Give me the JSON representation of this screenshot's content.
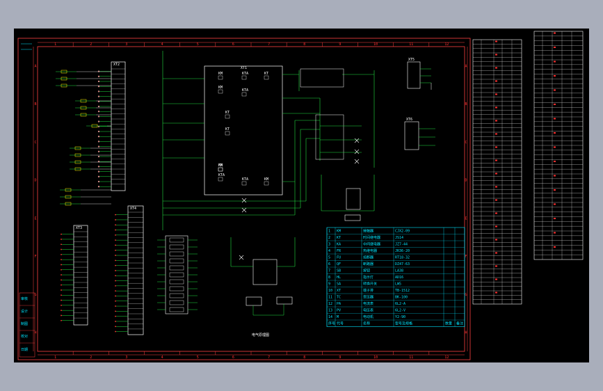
{
  "sheet": {
    "column_numbers": [
      "1",
      "2",
      "3",
      "4",
      "5",
      "6",
      "7",
      "8",
      "9",
      "10",
      "11",
      "12"
    ],
    "row_letters": [
      "A",
      "B",
      "C",
      "D",
      "E",
      "F",
      "G",
      "H"
    ],
    "drawing_title": "电气原理图"
  },
  "terminal_blocks": {
    "tb1": "XT1",
    "tb2": "XT2",
    "tb3": "XT3",
    "tb4": "XT4",
    "tb5": "XT5",
    "tb6": "XT6"
  },
  "control_box": {
    "title": "XT1",
    "contacts": [
      "KM",
      "KTA",
      "KM",
      "KTA",
      "KT",
      "KTA",
      "KM",
      "KT",
      "FR",
      "KTA",
      "KT",
      "KM"
    ]
  },
  "bom": {
    "rows": [
      [
        "1",
        "KM",
        "接触器",
        "CJX2-09"
      ],
      [
        "2",
        "KT",
        "时间继电器",
        "JS14"
      ],
      [
        "3",
        "KA",
        "中间继电器",
        "JZ7-44"
      ],
      [
        "4",
        "FR",
        "热继电器",
        "JR36-20"
      ],
      [
        "5",
        "FU",
        "熔断器",
        "RT18-32"
      ],
      [
        "6",
        "QF",
        "断路器",
        "DZ47-63"
      ],
      [
        "7",
        "SB",
        "按钮",
        "LA38"
      ],
      [
        "8",
        "HL",
        "指示灯",
        "AD16"
      ],
      [
        "9",
        "SA",
        "转换开关",
        "LW5"
      ],
      [
        "10",
        "XT",
        "端子排",
        "TB-1512"
      ],
      [
        "11",
        "TC",
        "变压器",
        "BK-100"
      ],
      [
        "12",
        "PA",
        "电流表",
        "6L2-A"
      ],
      [
        "13",
        "PV",
        "电压表",
        "6L2-V"
      ],
      [
        "14",
        "M",
        "电动机",
        "Y2-90"
      ]
    ],
    "header": [
      "序号",
      "代号",
      "名称",
      "型号及规格",
      "数量",
      "备注"
    ]
  },
  "left_stamp": {
    "items": [
      "审核",
      "设计",
      "制图",
      "校对",
      "日期"
    ]
  }
}
